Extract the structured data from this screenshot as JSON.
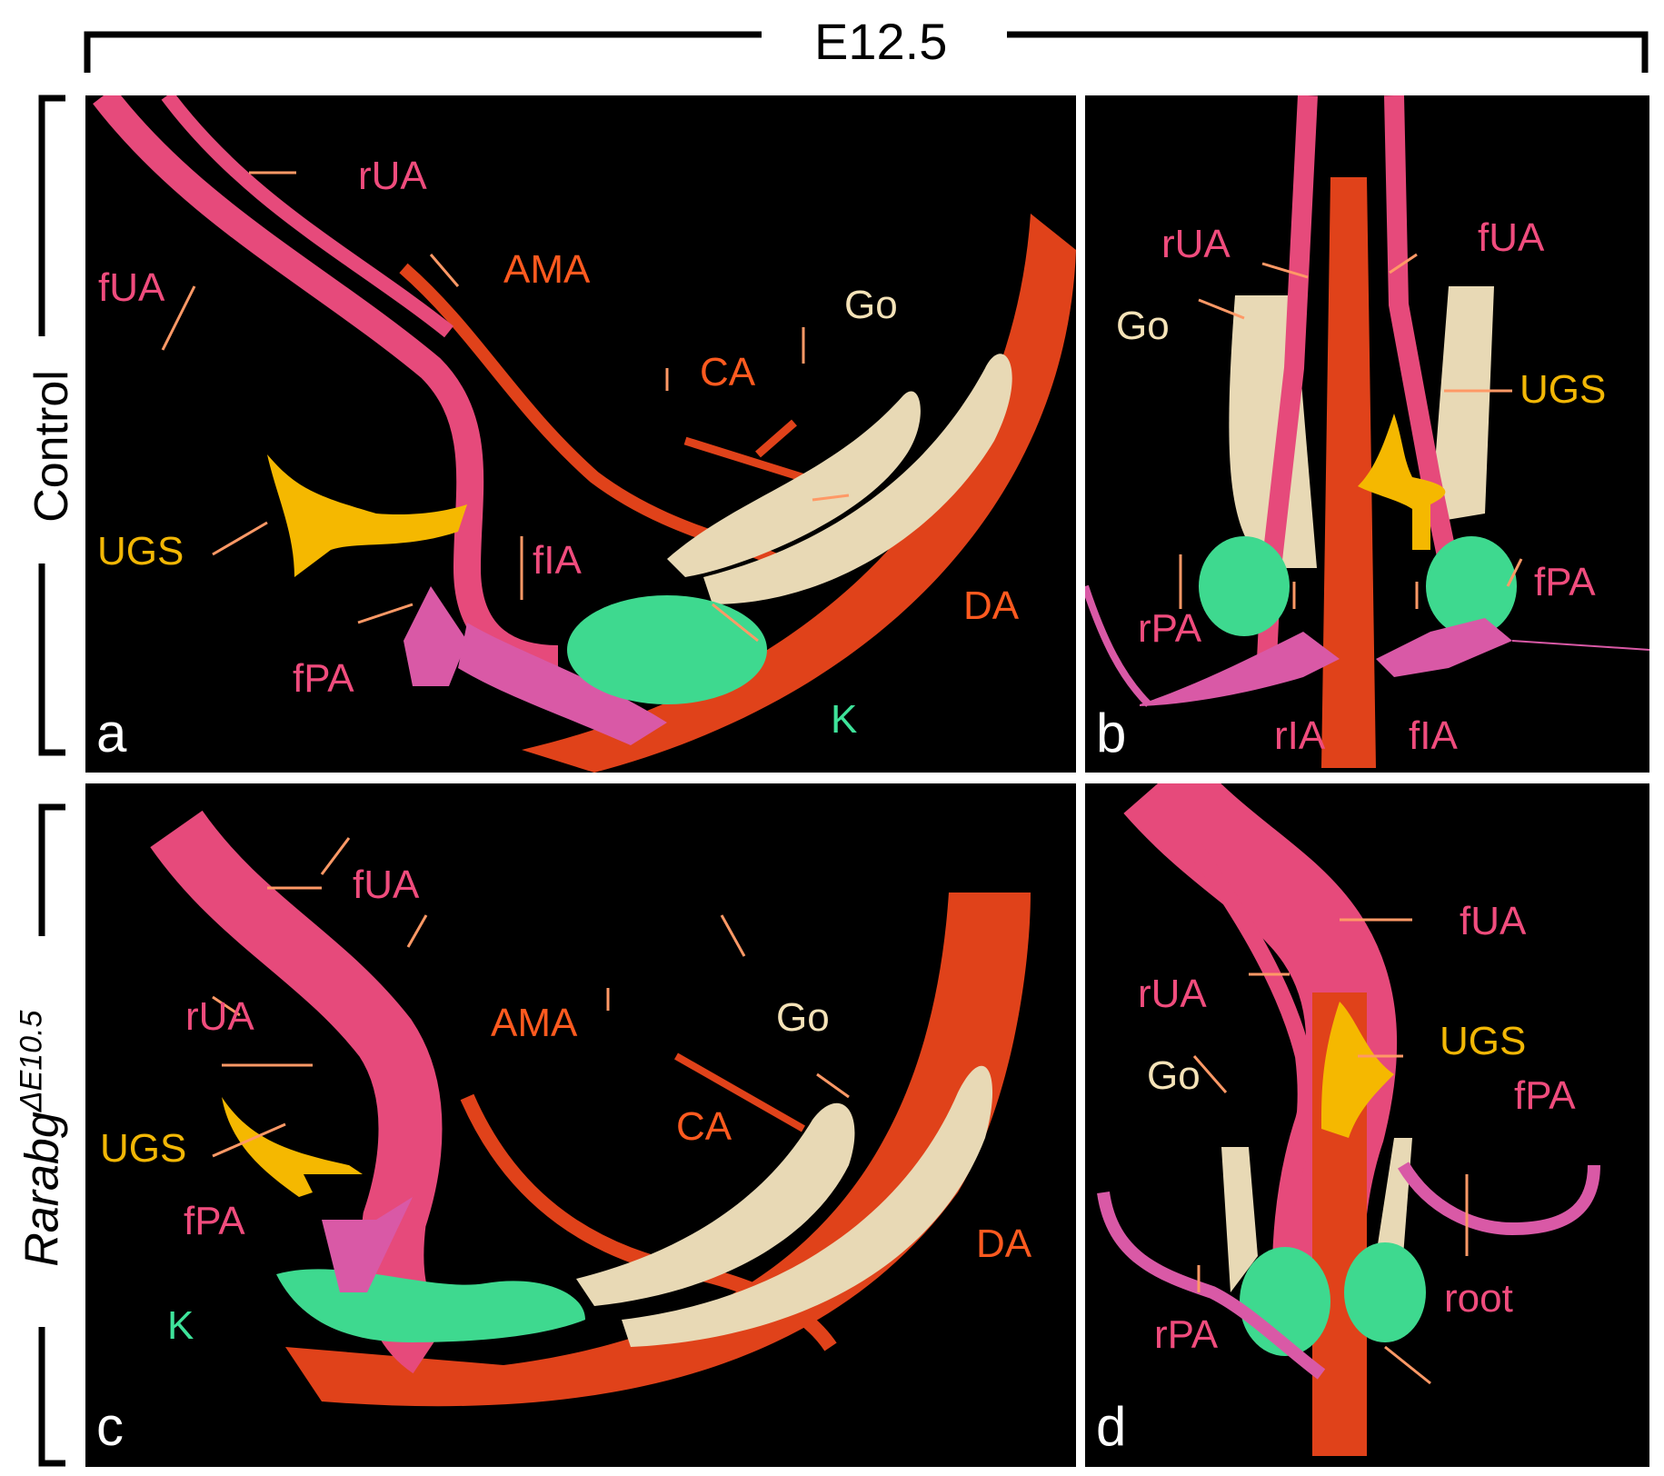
{
  "figure": {
    "timepoint": "E12.5",
    "rows": [
      {
        "label": "Control"
      },
      {
        "label_main": "Rarabg",
        "label_sup": "ΔE10.5"
      }
    ]
  },
  "colors": {
    "pink": "#e64a7b",
    "red_orange": "#e0421a",
    "beige": "#e8d9b5",
    "green": "#3ed98f",
    "yellow": "#f5b800",
    "magenta": "#d959a6",
    "label_pink": "#f04c7d",
    "label_orange": "#ff5a1f",
    "label_beige": "#f5e3b8",
    "label_yellow": "#f2b705",
    "label_green": "#3ee39a",
    "background": "#000000"
  },
  "panels": {
    "a": {
      "letter": "a",
      "labels": {
        "rUA": "rUA",
        "fUA": "fUA",
        "AMA": "AMA",
        "Go": "Go",
        "CA": "CA",
        "UGS": "UGS",
        "fIA": "fIA",
        "DA": "DA",
        "fPA": "fPA",
        "K": "K"
      }
    },
    "b": {
      "letter": "b",
      "labels": {
        "rUA": "rUA",
        "fUA": "fUA",
        "Go": "Go",
        "UGS": "UGS",
        "fPA": "fPA",
        "rPA": "rPA",
        "rIA": "rIA",
        "fIA": "fIA"
      }
    },
    "c": {
      "letter": "c",
      "labels": {
        "fUA": "fUA",
        "rUA": "rUA",
        "AMA": "AMA",
        "Go": "Go",
        "CA": "CA",
        "UGS": "UGS",
        "fPA": "fPA",
        "DA": "DA",
        "K": "K"
      }
    },
    "d": {
      "letter": "d",
      "labels": {
        "fUA": "fUA",
        "rUA": "rUA",
        "UGS": "UGS",
        "Go": "Go",
        "fPA": "fPA",
        "rPA": "rPA",
        "root": "root"
      }
    }
  }
}
